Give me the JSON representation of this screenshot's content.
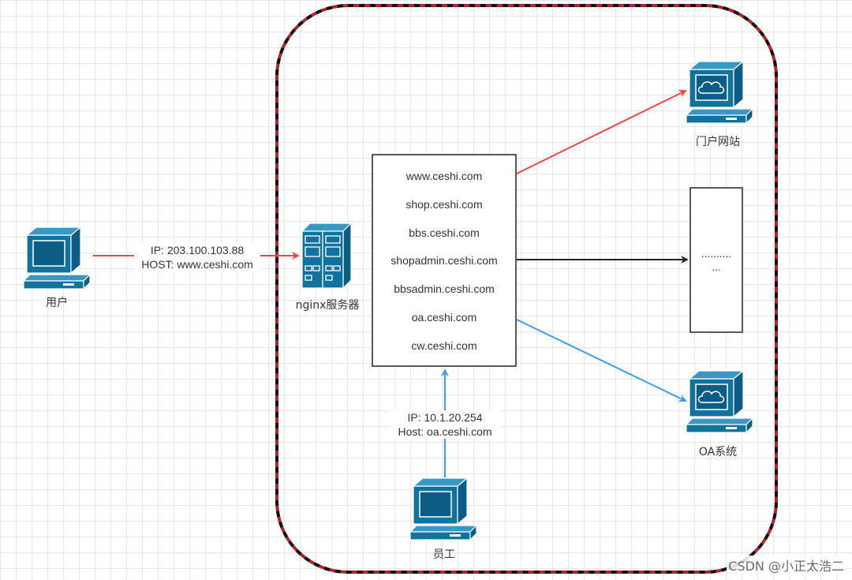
{
  "nodes": {
    "user": {
      "label": "用户"
    },
    "nginx": {
      "label": "nginx服务器"
    },
    "portal": {
      "label": "门户网站"
    },
    "oa": {
      "label": "OA系统"
    },
    "employee": {
      "label": "员工"
    },
    "more_box": {
      "line1": "..........",
      "line2": "..."
    }
  },
  "domains": [
    "www.ceshi.com",
    "shop.ceshi.com",
    "bbs.ceshi.com",
    "shopadmin.ceshi.com",
    "bbsadmin.ceshi.com",
    "oa.ceshi.com",
    "cw.ceshi.com"
  ],
  "connections": {
    "user_to_nginx": {
      "ip": "IP: 203.100.103.88",
      "host": "HOST: www.ceshi.com",
      "color": "#f24545"
    },
    "employee_to_box": {
      "ip": "IP: 10.1.20.254",
      "host": "Host: oa.ceshi.com",
      "color": "#3f9bf5"
    },
    "box_to_portal": {
      "color": "#f24545"
    },
    "box_to_more": {
      "color": "#222222"
    },
    "box_to_oa": {
      "color": "#3f9bf5"
    }
  },
  "colors": {
    "icon_fill": "#10739e",
    "boundary_dash_red": "#b3232a",
    "boundary_dash_black": "#111111"
  },
  "watermark": "CSDN @小正太浩二"
}
